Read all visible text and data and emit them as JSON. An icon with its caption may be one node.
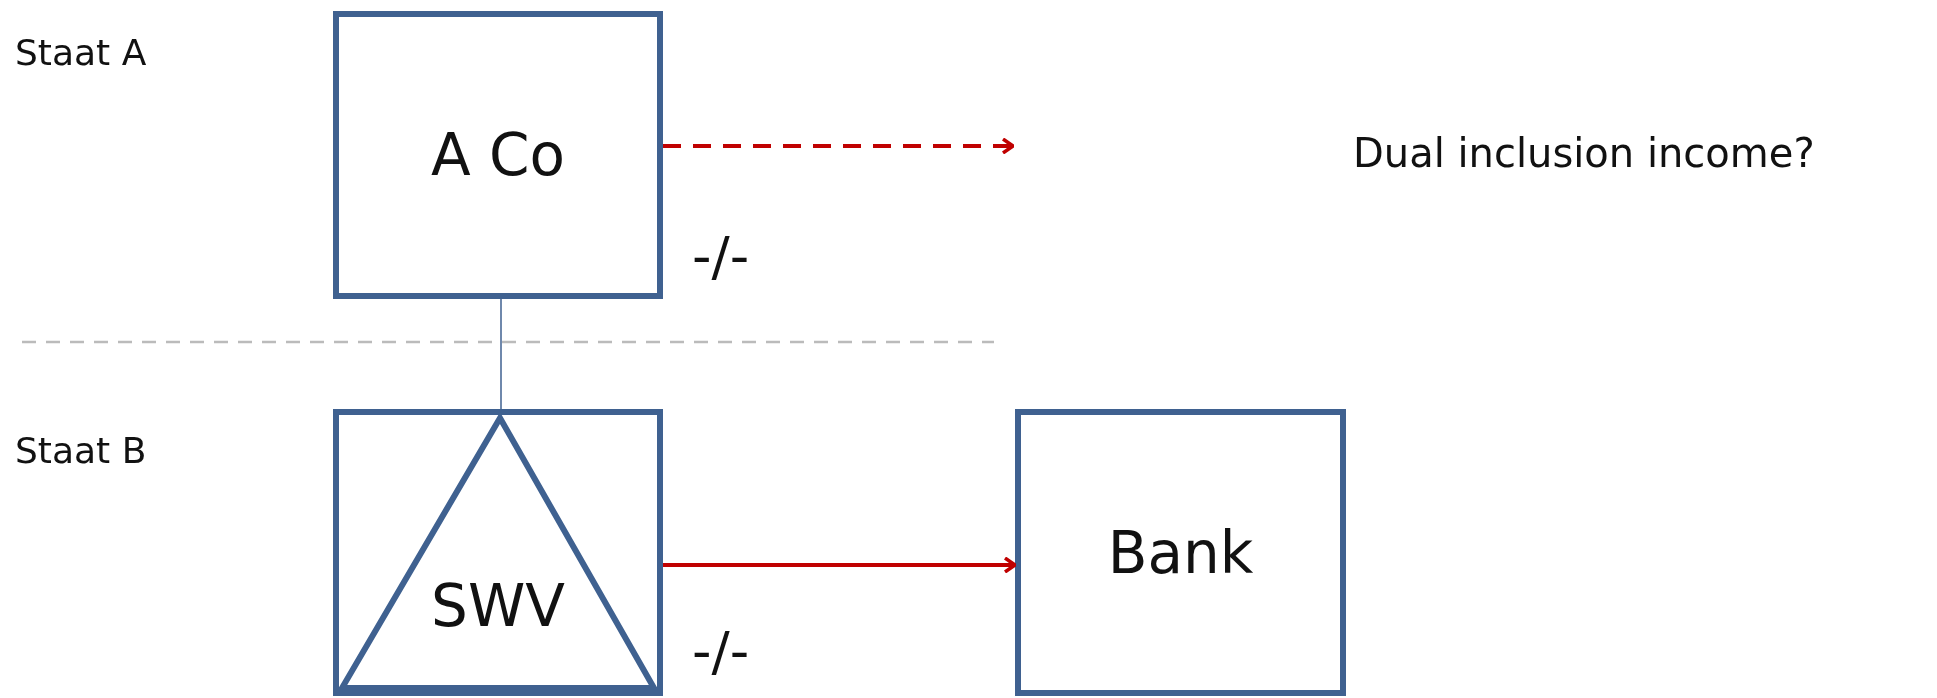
{
  "diagram": {
    "nodes": [
      {
        "text": [
          "A Co"
        ]
      },
      {
        "text": [
          "SWV"
        ]
      },
      {
        "text": [
          "Bank"
        ]
      }
    ],
    "edges": [
      {
        "from": 0,
        "to": 1,
        "arrow": "none",
        "color": "#3f6190"
      },
      {
        "from": 0,
        "to": null,
        "arrow": "to",
        "style": "dashed"
      },
      {
        "from": 1,
        "to": 2,
        "arrow": "to"
      }
    ],
    "labels": [
      "Staat A",
      "Staat B",
      "-/-",
      "-/-",
      "Dual inclusion income?"
    ]
  }
}
